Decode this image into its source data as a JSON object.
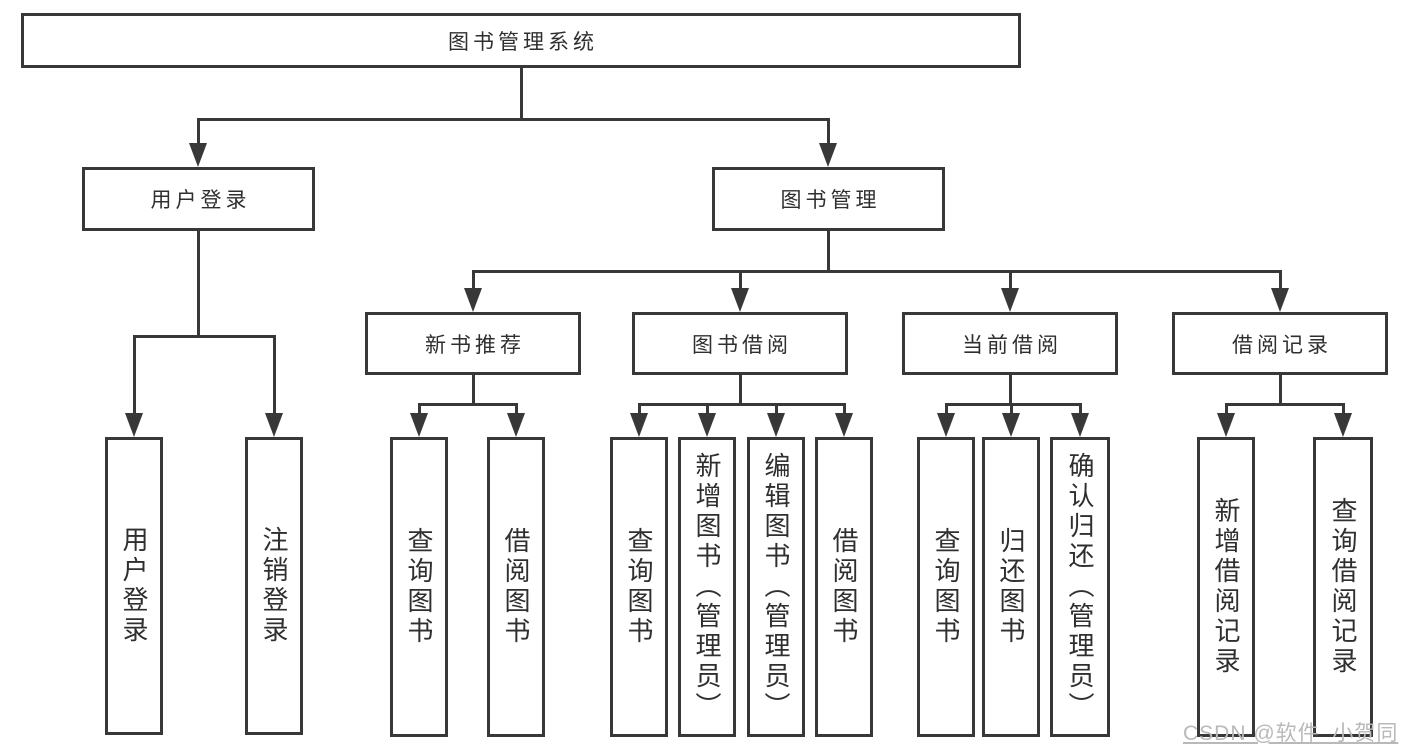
{
  "diagram": {
    "root": {
      "label": "图书管理系统"
    },
    "user_login": {
      "label": "用户登录",
      "children": {
        "login": {
          "label": "用户登录"
        },
        "logout": {
          "label": "注销登录"
        }
      }
    },
    "book_mgmt": {
      "label": "图书管理",
      "children": {
        "new_book": {
          "label": "新书推荐",
          "children": {
            "query": {
              "label": "查询图书"
            },
            "borrow": {
              "label": "借阅图书"
            }
          }
        },
        "borrowing": {
          "label": "图书借阅",
          "children": {
            "query": {
              "label": "查询图书"
            },
            "add": {
              "label": "新增图书（管理员）"
            },
            "edit": {
              "label": "编辑图书（管理员）"
            },
            "borrow": {
              "label": "借阅图书"
            }
          }
        },
        "current": {
          "label": "当前借阅",
          "children": {
            "query": {
              "label": "查询图书"
            },
            "return": {
              "label": "归还图书"
            },
            "confirm": {
              "label": "确认归还（管理员）"
            }
          }
        },
        "records": {
          "label": "借阅记录",
          "children": {
            "add": {
              "label": "新增借阅记录"
            },
            "query": {
              "label": "查询借阅记录"
            }
          }
        }
      }
    }
  },
  "watermark": {
    "text": "CSDN @软件_小贺同学"
  },
  "colors": {
    "line": "#383838",
    "text": "#2f2f2f",
    "watermark": "#b9b9b9",
    "background": "#ffffff"
  }
}
